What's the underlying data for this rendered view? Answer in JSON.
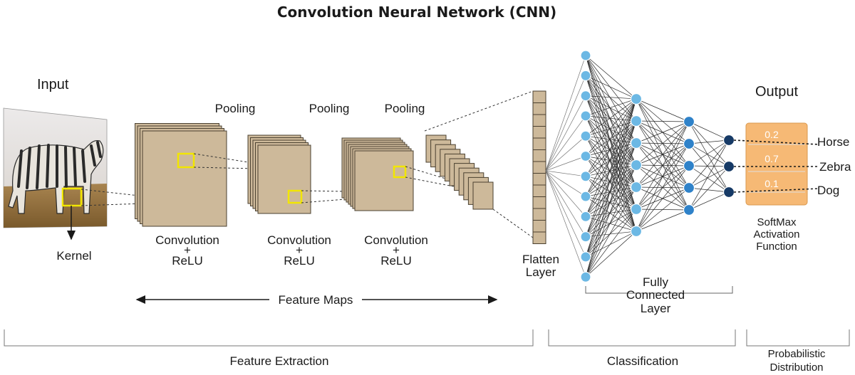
{
  "title": "Convolution  Neural  Network (CNN)",
  "input": {
    "label": "Input",
    "kernel_label": "Kernel"
  },
  "stages": [
    {
      "pooling": "Pooling",
      "conv_line1": "Convolution",
      "conv_plus": "+",
      "conv_line2": "ReLU"
    },
    {
      "pooling": "Pooling",
      "conv_line1": "Convolution",
      "conv_plus": "+",
      "conv_line2": "ReLU"
    },
    {
      "pooling": "Pooling",
      "conv_line1": "Convolution",
      "conv_plus": "+",
      "conv_line2": "ReLU"
    }
  ],
  "feature_maps_label": "Feature  Maps",
  "flatten": {
    "line1": "Flatten",
    "line2": "Layer"
  },
  "fully_connected": {
    "line1": "Fully",
    "line2": "Connected",
    "line3": "Layer"
  },
  "output": {
    "label": "Output",
    "probabilities": [
      "0.2",
      "0.7",
      "0.1"
    ],
    "classes": [
      "Horse",
      "Zebra",
      "Dog"
    ],
    "softmax": {
      "line1": "SoftMax",
      "line2": "Activation",
      "line3": "Function"
    }
  },
  "sections": {
    "feature_extraction": "Feature Extraction",
    "classification": "Classification",
    "probabilistic": {
      "line1": "Probabilistic",
      "line2": "Distribution"
    }
  },
  "colors": {
    "map_fill": "#cdb99a",
    "map_stroke": "#4a4030",
    "kernel": "#f2e600",
    "node_light": "#6cb8e4",
    "node_mid": "#2f82c9",
    "node_dark": "#163a66",
    "output_box": "#f6b975"
  }
}
